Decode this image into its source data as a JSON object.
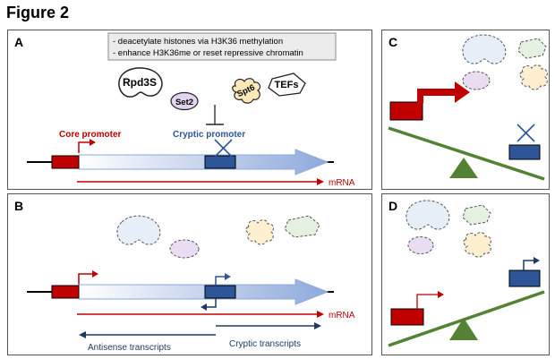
{
  "figure_title": "Figure 2",
  "panel_a": {
    "letter": "A",
    "note_lines": [
      "- deacetylate histones via H3K36 methylation",
      "- enhance H3K36me or reset repressive chromatin"
    ],
    "proteins": [
      "Rpd3S",
      "Set2",
      "Spt6",
      "TEFs"
    ],
    "core_promoter": "Core promoter",
    "cryptic_promoter": "Cryptic promoter",
    "mrna": "mRNA"
  },
  "panel_b": {
    "letter": "B",
    "mrna": "mRNA",
    "antisense": "Antisense transcripts",
    "cryptic": "Cryptic transcripts"
  },
  "panel_c": {
    "letter": "C"
  },
  "panel_d": {
    "letter": "D"
  },
  "colors": {
    "red": "#c00000",
    "blue": "#2e5597",
    "dark_blue": "#1f3864",
    "green": "#548235",
    "blue_arrow": "#8ea9db"
  }
}
